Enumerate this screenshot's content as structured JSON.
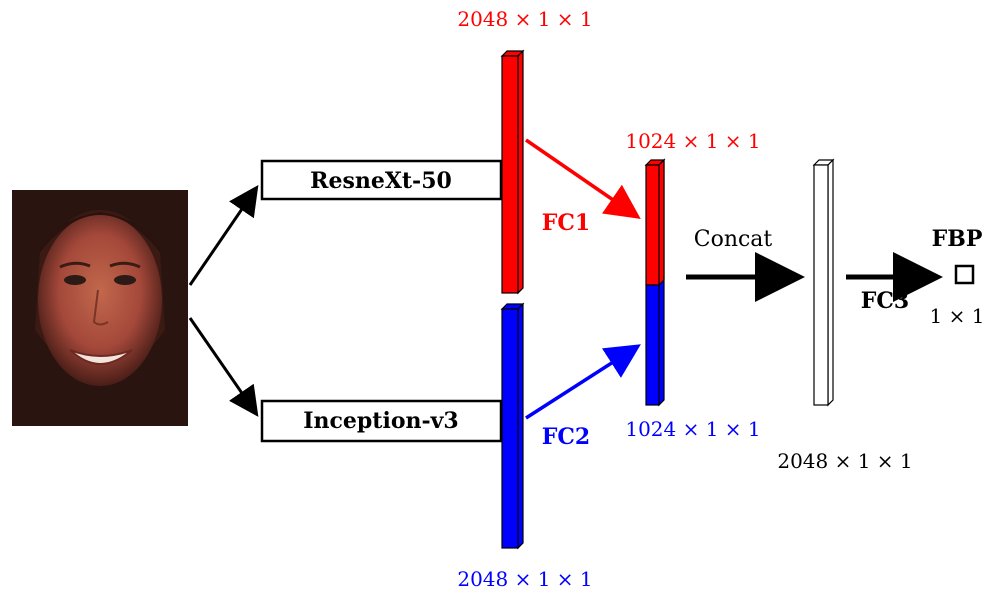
{
  "colors": {
    "red": "#ff0000",
    "blue": "#0000ff",
    "black": "#000000",
    "white": "#ffffff"
  },
  "input": {
    "image_description_icon": "face-photo"
  },
  "branches": {
    "top": {
      "label": "ResneXt-50"
    },
    "bottom": {
      "label": "Inception-v3"
    }
  },
  "features": {
    "red_dim": "2048 × 1 × 1",
    "blue_dim": "2048 × 1 × 1"
  },
  "fc": {
    "fc1": "FC1",
    "fc2": "FC2",
    "fc3": "FC3"
  },
  "reduced": {
    "red_dim": "1024 × 1 × 1",
    "blue_dim": "1024 × 1 × 1"
  },
  "concat": {
    "label": "Concat",
    "dim": "2048 × 1 × 1"
  },
  "output": {
    "label": "FBP",
    "dim": "1 × 1"
  }
}
